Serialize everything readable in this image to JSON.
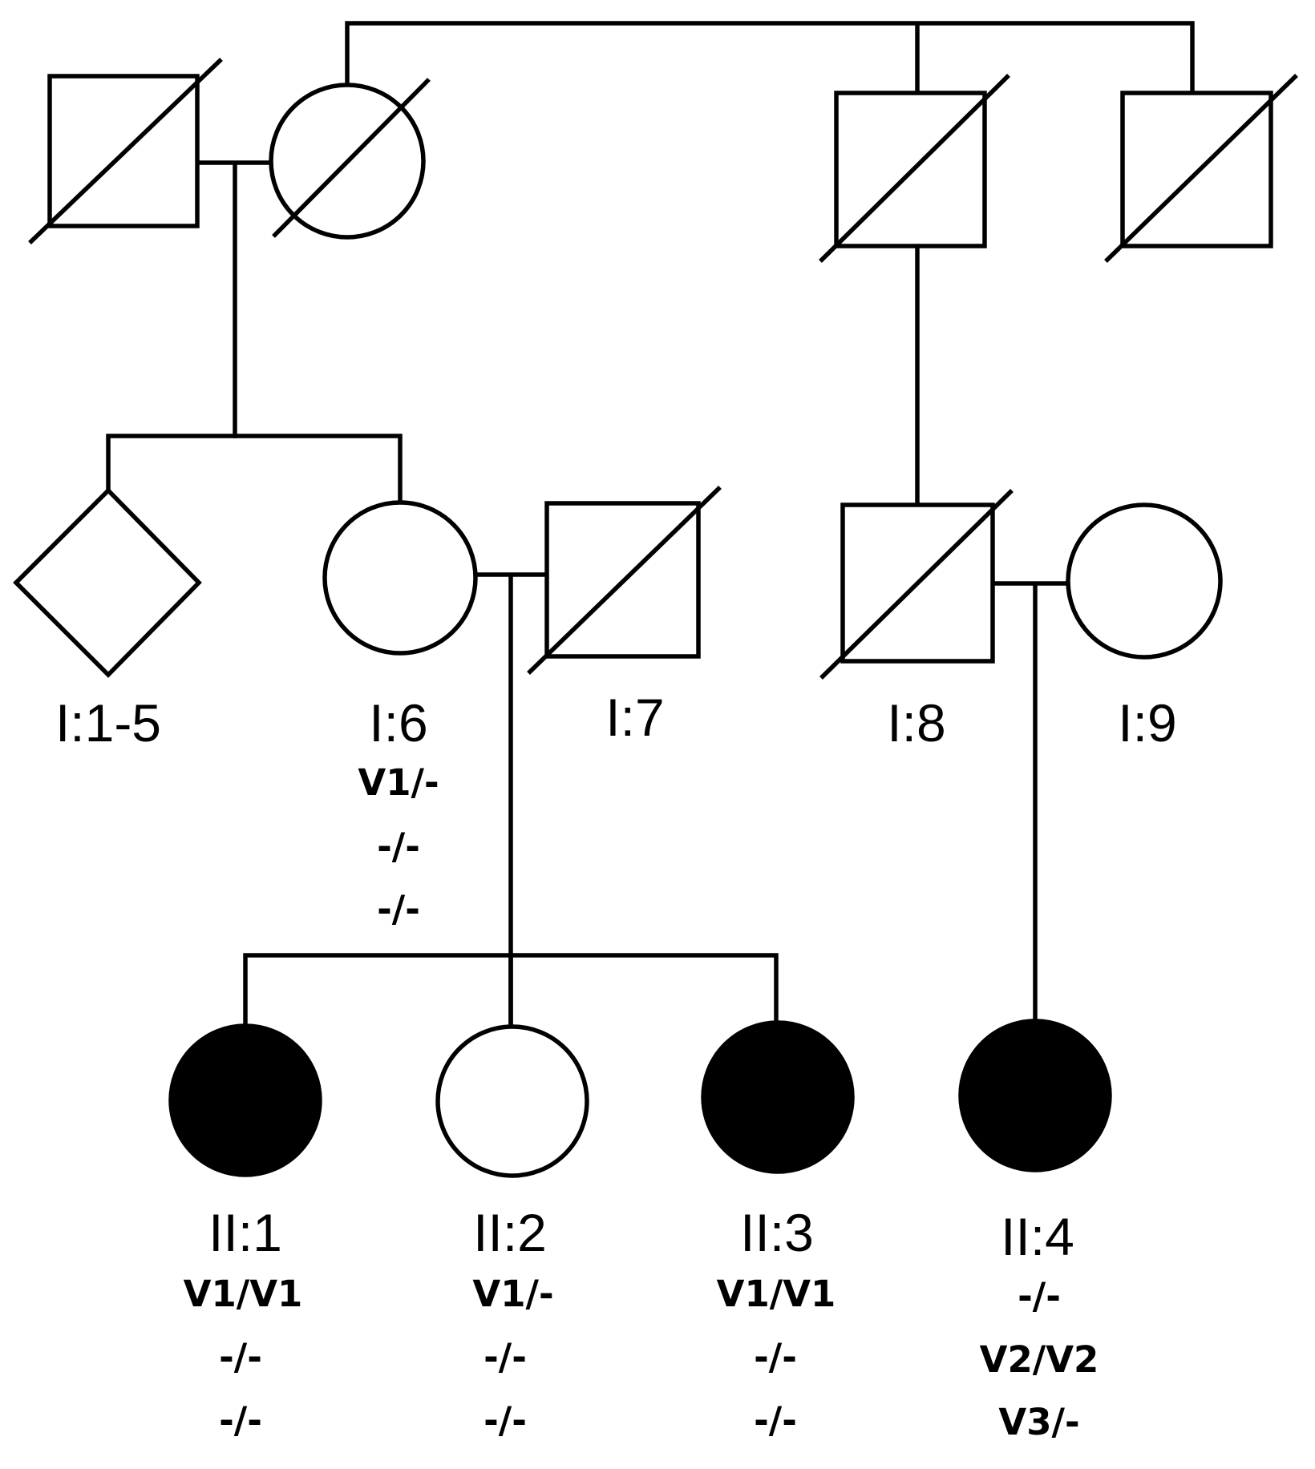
{
  "pedigree": {
    "individuals": [
      {
        "id": "gp-male",
        "label": "",
        "sex": "male",
        "deceased": true,
        "affected": false,
        "genotypes": []
      },
      {
        "id": "gp-female",
        "label": "",
        "sex": "female",
        "deceased": true,
        "affected": false,
        "genotypes": []
      },
      {
        "id": "brother-a",
        "label": "",
        "sex": "male",
        "deceased": true,
        "affected": false,
        "genotypes": []
      },
      {
        "id": "brother-b",
        "label": "",
        "sex": "male",
        "deceased": true,
        "affected": false,
        "genotypes": []
      },
      {
        "id": "I-1-5",
        "label": "I:1-5",
        "sex": "unknown",
        "deceased": false,
        "affected": false,
        "genotypes": []
      },
      {
        "id": "I-6",
        "label": "I:6",
        "sex": "female",
        "deceased": false,
        "affected": false,
        "genotypes": [
          "V1/-",
          "-/-",
          "-/-"
        ]
      },
      {
        "id": "I-7",
        "label": "I:7",
        "sex": "male",
        "deceased": true,
        "affected": false,
        "genotypes": []
      },
      {
        "id": "I-8",
        "label": "I:8",
        "sex": "male",
        "deceased": true,
        "affected": false,
        "genotypes": []
      },
      {
        "id": "I-9",
        "label": "I:9",
        "sex": "female",
        "deceased": false,
        "affected": false,
        "genotypes": []
      },
      {
        "id": "II-1",
        "label": "II:1",
        "sex": "female",
        "deceased": false,
        "affected": true,
        "genotypes": [
          "V1/V1",
          "-/-",
          "-/-"
        ]
      },
      {
        "id": "II-2",
        "label": "II:2",
        "sex": "female",
        "deceased": false,
        "affected": false,
        "genotypes": [
          "V1/-",
          "-/-",
          "-/-"
        ]
      },
      {
        "id": "II-3",
        "label": "II:3",
        "sex": "female",
        "deceased": false,
        "affected": true,
        "genotypes": [
          "V1/V1",
          "-/-",
          "-/-"
        ]
      },
      {
        "id": "II-4",
        "label": "II:4",
        "sex": "female",
        "deceased": false,
        "affected": true,
        "genotypes": [
          "-/-",
          "V2/V2",
          "V3/-"
        ]
      }
    ],
    "colors": {
      "line": "#000000",
      "affected_fill": "#000000",
      "unaffected_fill": "#ffffff"
    }
  }
}
